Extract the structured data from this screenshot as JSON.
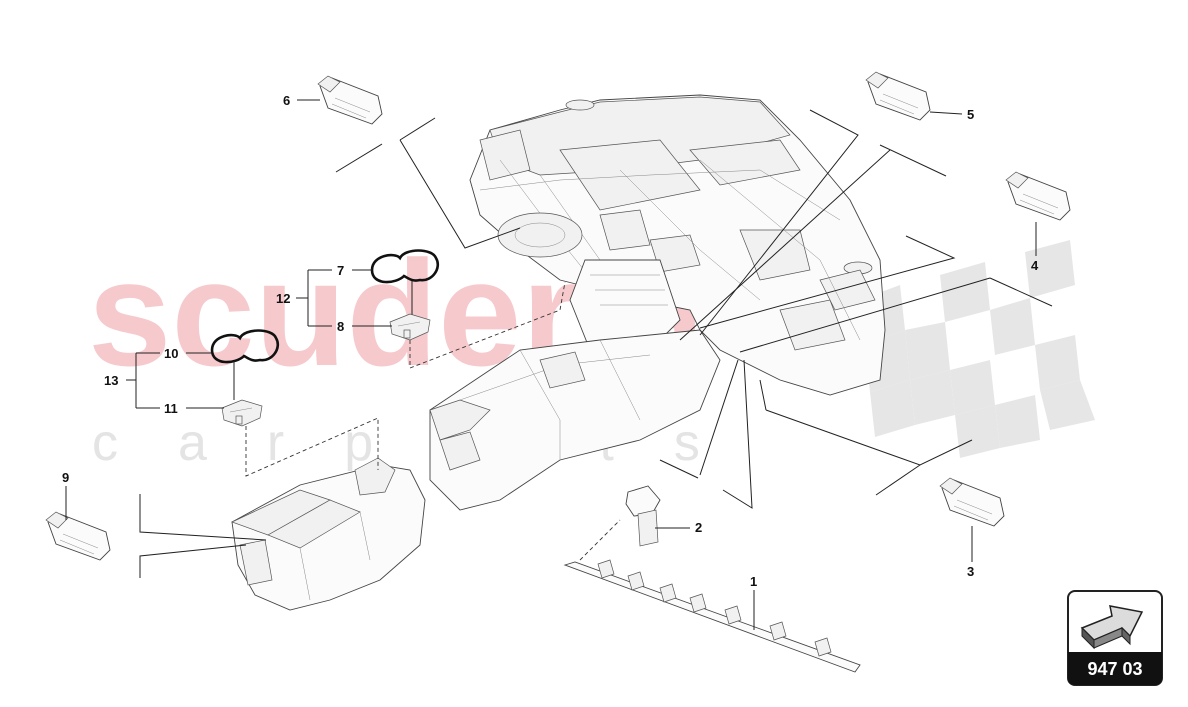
{
  "watermark": {
    "brand": "scuderia",
    "sub": "carparts"
  },
  "callouts": [
    "1",
    "2",
    "3",
    "4",
    "5",
    "6",
    "7",
    "8",
    "9",
    "10",
    "11",
    "12",
    "13"
  ],
  "badge": {
    "code": "947 03",
    "icon": "next-arrow-icon"
  },
  "colors": {
    "watermark_red": "#f6c9cc",
    "checker_grey": "#e6e6e6",
    "line": "#222222"
  }
}
